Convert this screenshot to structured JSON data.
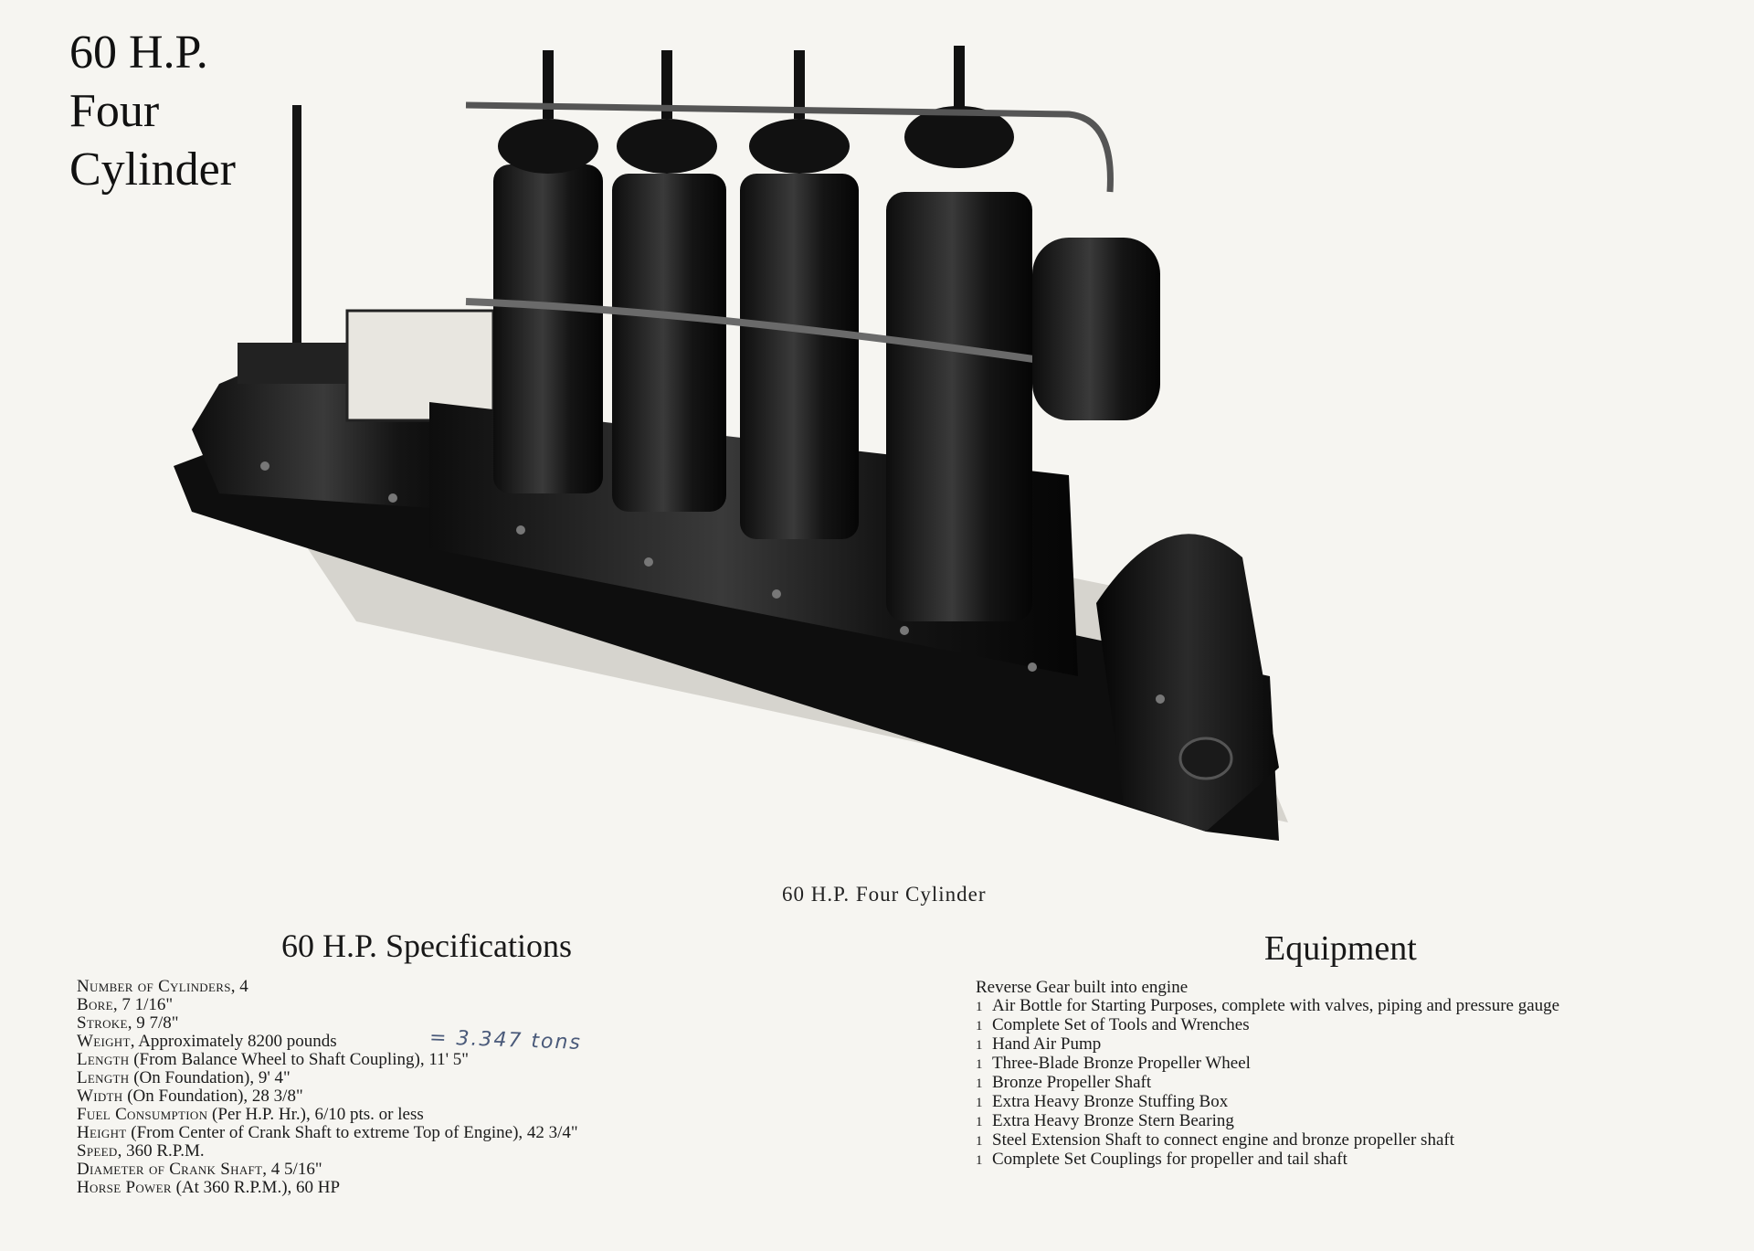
{
  "heading": {
    "line1": "60 H.P.",
    "line2": "Four",
    "line3": "Cylinder"
  },
  "caption": "60 H.P. Four Cylinder",
  "specifications": {
    "title": "60 H.P. Specifications",
    "items": [
      {
        "label": "Number of Cylinders",
        "value": "4"
      },
      {
        "label": "Bore",
        "value": "7 1/16\""
      },
      {
        "label": "Stroke",
        "value": "9 7/8\""
      },
      {
        "label": "Weight",
        "value": "Approximately 8200 pounds"
      },
      {
        "label": "Length",
        "value": "(From Balance Wheel to Shaft Coupling), 11' 5\""
      },
      {
        "label": "Length",
        "value": "(On Foundation), 9' 4\""
      },
      {
        "label": "Width",
        "value": "(On Foundation), 28 3/8\""
      },
      {
        "label": "Fuel Consumption",
        "value": "(Per H.P. Hr.), 6/10 pts. or less"
      },
      {
        "label": "Height",
        "value": "(From Center of Crank Shaft to extreme Top of Engine), 42 3/4\""
      },
      {
        "label": "Speed",
        "value": "360 R.P.M."
      },
      {
        "label": "Diameter of Crank Shaft",
        "value": "4 5/16\""
      },
      {
        "label": "Horse Power",
        "value": "(At 360 R.P.M.), 60 HP"
      }
    ],
    "handwritten_note": "= 3.347 tons"
  },
  "equipment": {
    "title": "Equipment",
    "items": [
      {
        "qty": "",
        "text": "Reverse Gear built into engine"
      },
      {
        "qty": "1",
        "text": "Air Bottle for Starting Purposes, complete with valves, piping and pressure gauge"
      },
      {
        "qty": "1",
        "text": "Complete Set of Tools and Wrenches"
      },
      {
        "qty": "1",
        "text": "Hand Air Pump"
      },
      {
        "qty": "1",
        "text": "Three-Blade Bronze Propeller Wheel"
      },
      {
        "qty": "1",
        "text": "Bronze Propeller Shaft"
      },
      {
        "qty": "1",
        "text": "Extra Heavy Bronze Stuffing Box"
      },
      {
        "qty": "1",
        "text": "Extra Heavy Bronze Stern Bearing"
      },
      {
        "qty": "1",
        "text": "Steel Extension Shaft to connect engine and bronze propeller shaft"
      },
      {
        "qty": "1",
        "text": "Complete Set Couplings for propeller and tail shaft"
      }
    ]
  },
  "colors": {
    "paper": "#f6f5f1",
    "ink": "#161616",
    "pencil": "#4a5a7a"
  }
}
